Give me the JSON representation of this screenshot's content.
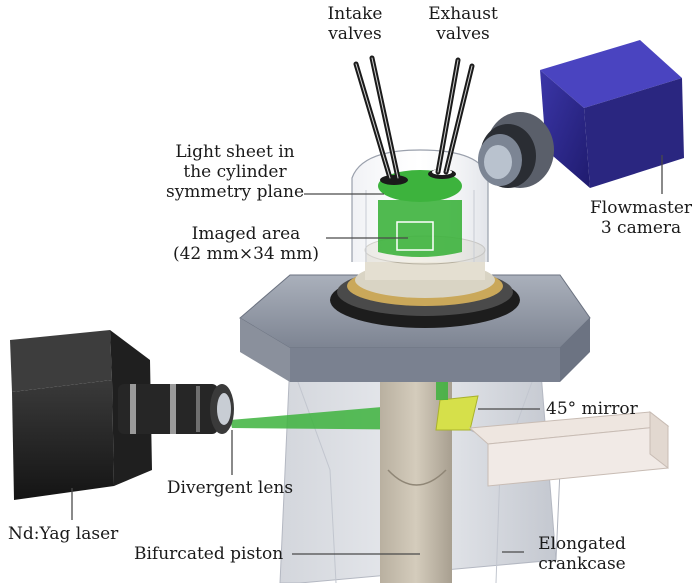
{
  "labels": {
    "intake_valves": [
      "Intake",
      "valves"
    ],
    "exhaust_valves": [
      "Exhaust",
      "valves"
    ],
    "light_sheet": [
      "Light sheet in",
      "the cylinder",
      "symmetry plane"
    ],
    "imaged_area": [
      "Imaged area",
      "(42 mm×34 mm)"
    ],
    "flowmaster": [
      "Flowmaster",
      "3 camera"
    ],
    "mirror": "45° mirror",
    "divergent_lens": "Divergent lens",
    "laser": "Nd:Yag laser",
    "piston": "Bifurcated piston",
    "crankcase": [
      "Elongated",
      "crankcase"
    ]
  },
  "colors": {
    "light_sheet_green": "#3db33d",
    "camera_blue": "#2e2a8c",
    "laser_body": "#2a2a2a",
    "mirror_yellow": "#d6e04a",
    "metal_gray": "#9aa0ac"
  }
}
